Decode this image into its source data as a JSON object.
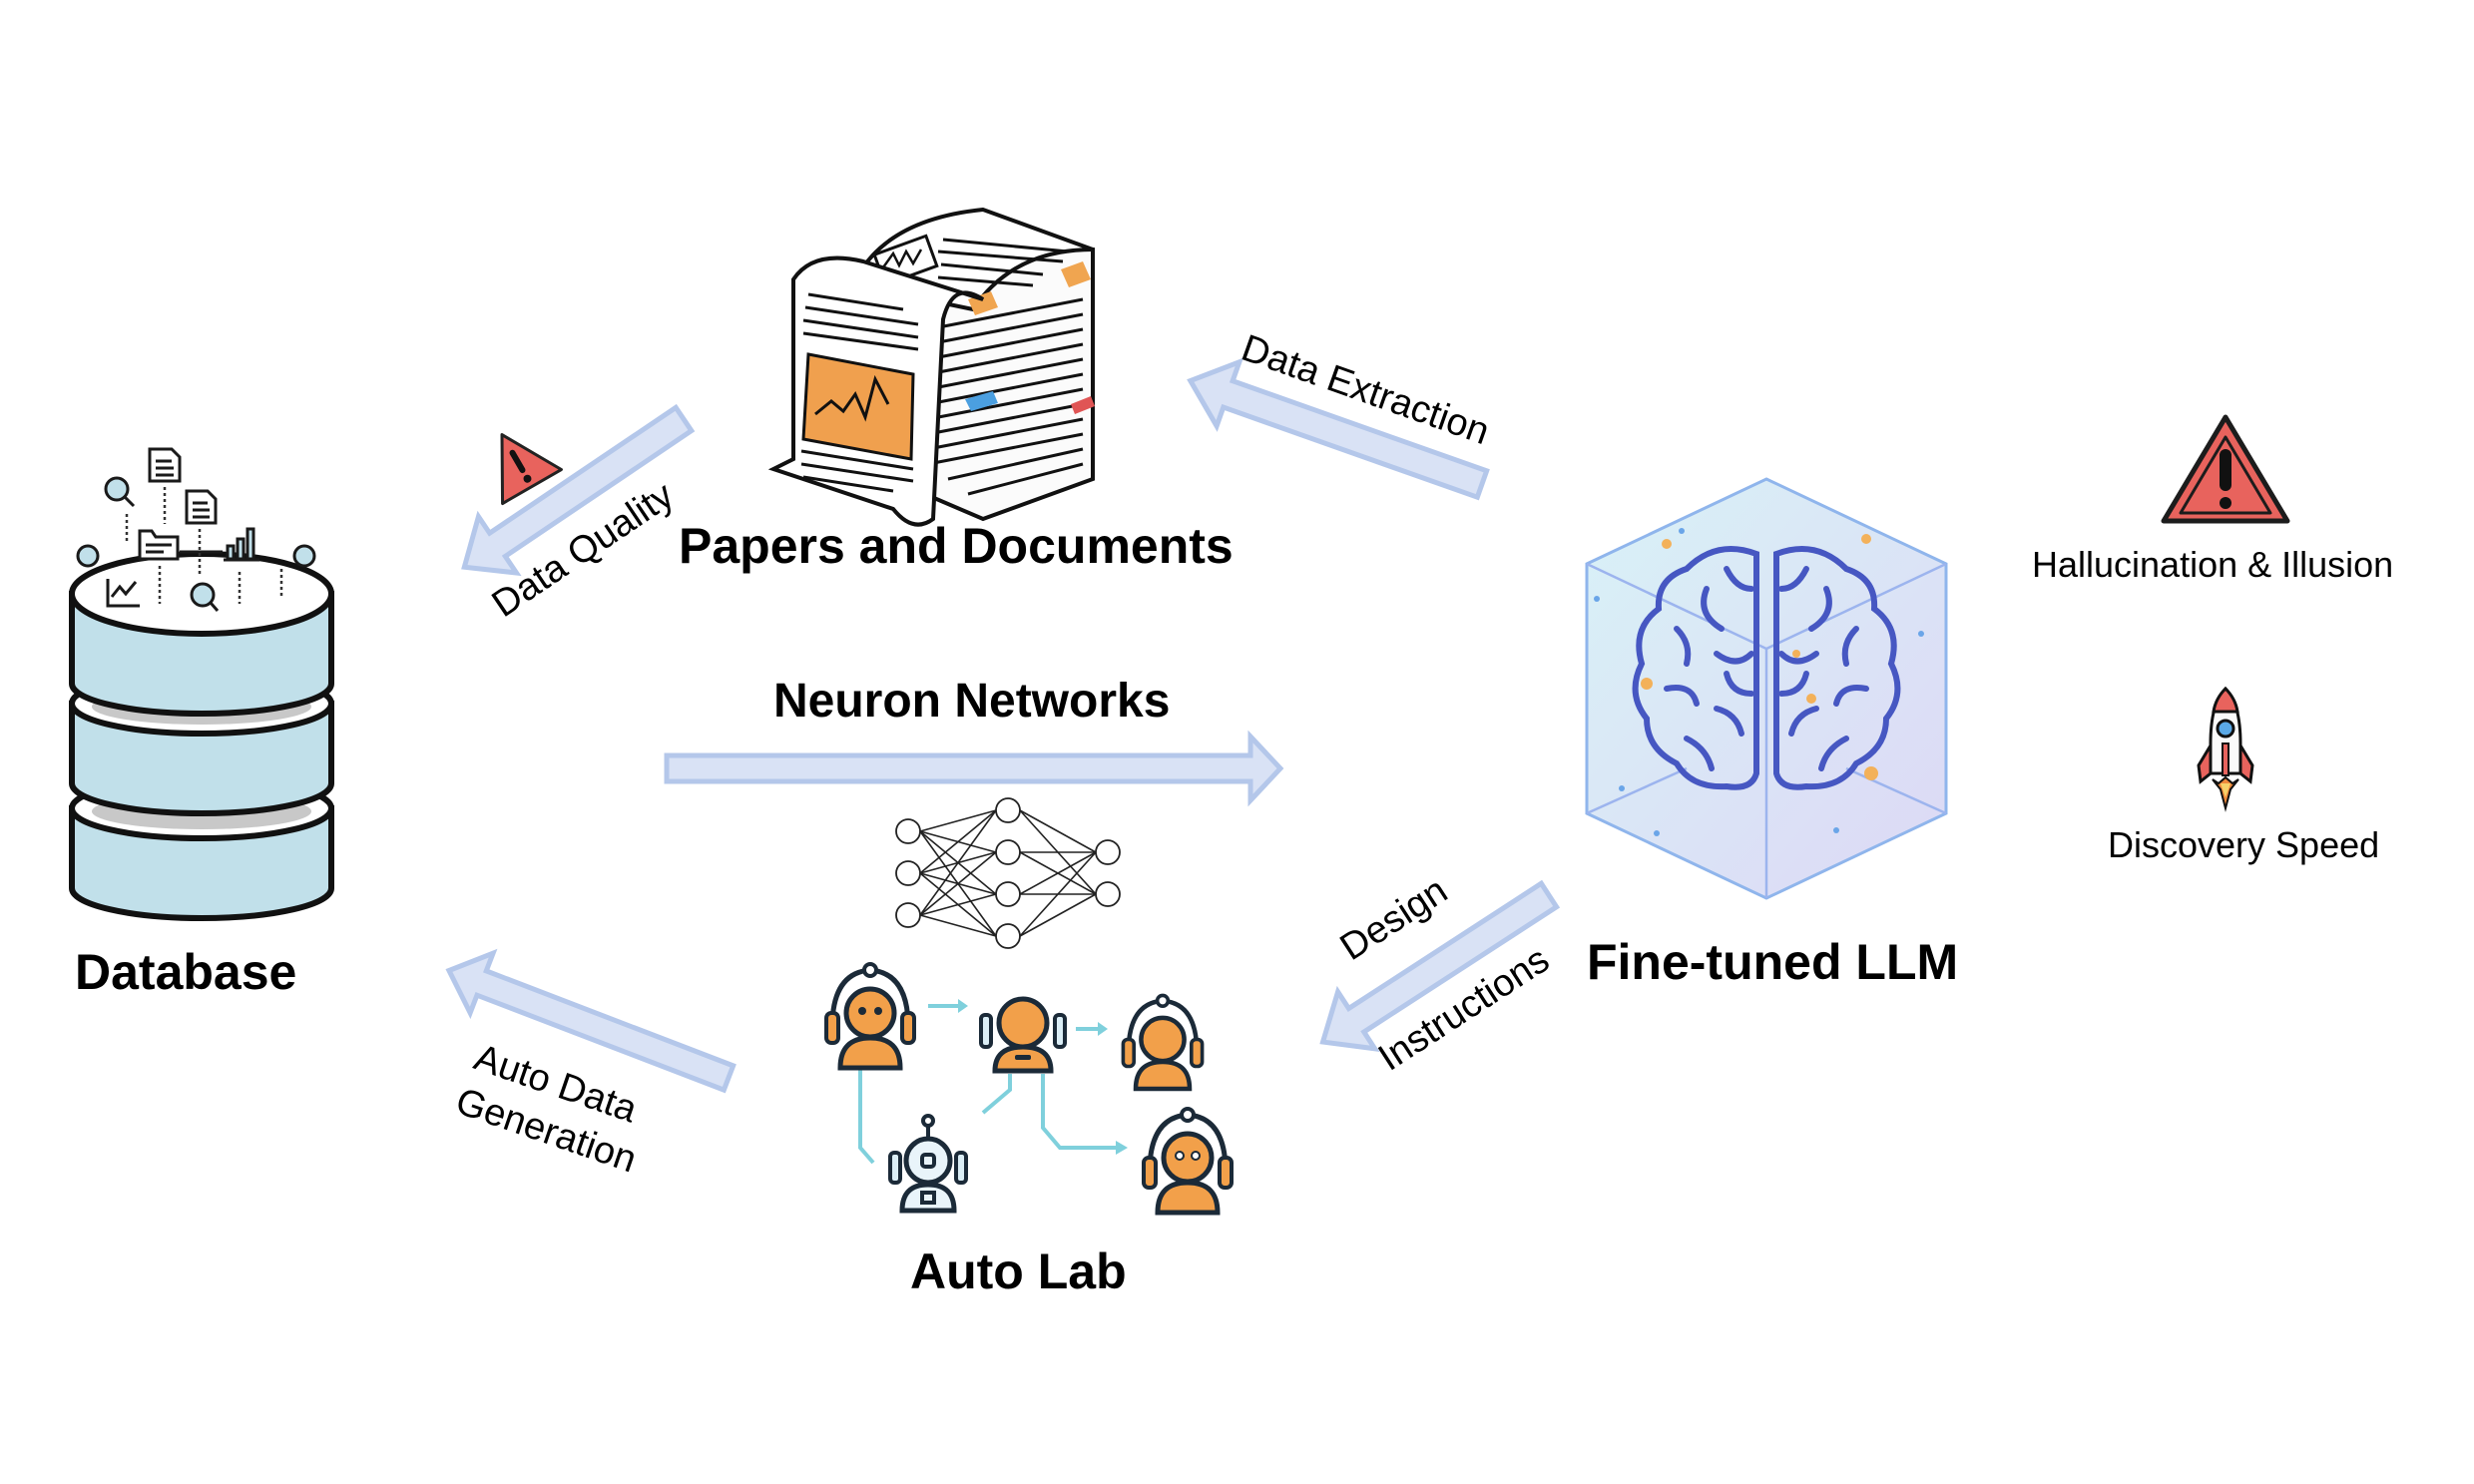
{
  "nodes": {
    "database": {
      "title": "Database"
    },
    "papers": {
      "title": "Papers and Documents"
    },
    "neuron_networks": {
      "title": "Neuron Networks"
    },
    "fine_tuned_llm": {
      "title": "Fine-tuned LLM"
    },
    "auto_lab": {
      "title": "Auto Lab"
    }
  },
  "edges": {
    "data_extraction": {
      "label": "Data Extraction",
      "from": "Fine-tuned LLM",
      "to": "Papers and Documents"
    },
    "data_quality": {
      "label": "Data Quality",
      "from": "Papers and Documents",
      "to": "Database"
    },
    "neuron_networks": {
      "label": "Neuron Networks",
      "from": "Database",
      "to": "Fine-tuned LLM"
    },
    "design_instructions": {
      "label_line1": "Design",
      "label_line2": "Instructions",
      "from": "Fine-tuned LLM",
      "to": "Auto Lab"
    },
    "auto_data_generation": {
      "label_line1": "Auto Data",
      "label_line2": "Generation",
      "from": "Auto Lab",
      "to": "Database"
    }
  },
  "side_notes": [
    {
      "label": "Hallucination & Illusion",
      "icon": "warning-triangle-icon"
    },
    {
      "label": "Discovery Speed",
      "icon": "rocket-icon"
    }
  ],
  "neural_net": {
    "layers": [
      3,
      4,
      2
    ]
  },
  "colors": {
    "arrow_fill": "#d9e2f5",
    "arrow_stroke": "#b4c7ea",
    "db_blue": "#c1e0ea",
    "warning_red": "#e8635d",
    "orange": "#f2a04a",
    "teal_link": "#7fd0dc",
    "brain_blue": "#4657c2"
  }
}
